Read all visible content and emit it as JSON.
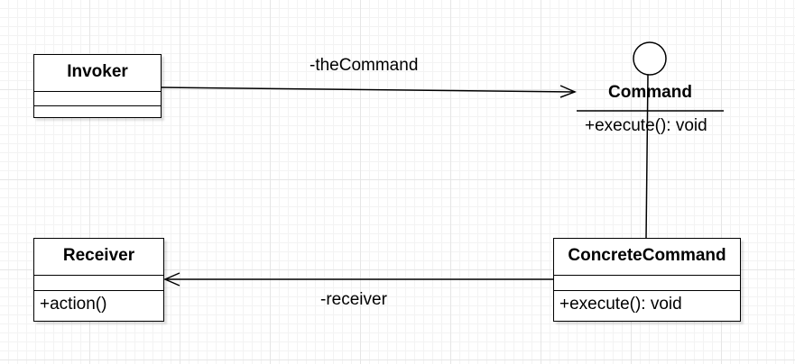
{
  "classes": {
    "invoker": {
      "name": "Invoker"
    },
    "receiver": {
      "name": "Receiver",
      "operation": "+action()"
    },
    "concrete_command": {
      "name": "ConcreteCommand",
      "operation": "+execute(): void"
    }
  },
  "interface": {
    "name": "Command",
    "operation": "+execute(): void"
  },
  "associations": {
    "the_command": "-theCommand",
    "receiver": "-receiver"
  }
}
